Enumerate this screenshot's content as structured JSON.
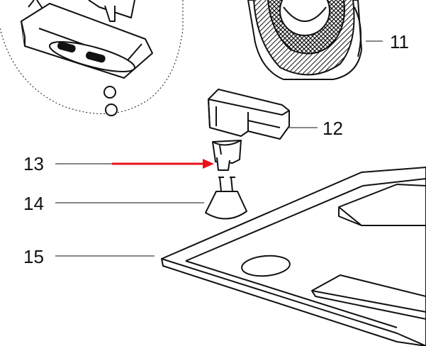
{
  "callouts": [
    {
      "id": "part-11",
      "label": "11"
    },
    {
      "id": "part-12",
      "label": "12"
    },
    {
      "id": "part-13",
      "label": "13"
    },
    {
      "id": "part-14",
      "label": "14"
    },
    {
      "id": "part-15",
      "label": "15"
    }
  ],
  "colors": {
    "line": "#111111",
    "highlight_arrow": "#e8121b",
    "background": "#ffffff"
  }
}
